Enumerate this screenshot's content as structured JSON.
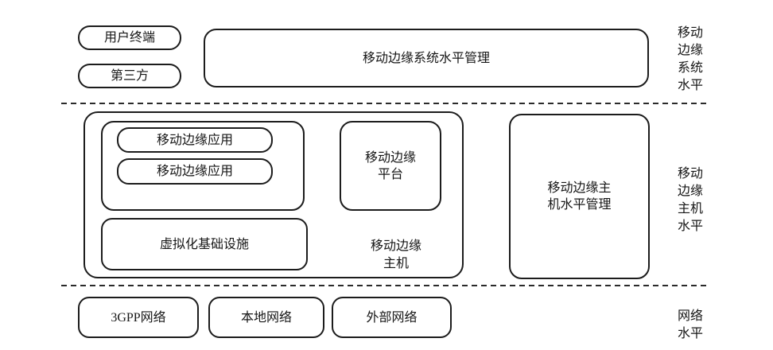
{
  "diagram": {
    "title_semantic": "MEC reference architecture levels",
    "colors": {
      "border": "#1c1c1c",
      "background": "#ffffff",
      "text": "#161616"
    },
    "top_level": {
      "user_terminal": "用户终端",
      "third_party": "第三方",
      "system_management": "移动边缘系统水平管理",
      "level_label": "移动\n边缘\n系统\n水平"
    },
    "host_level": {
      "app_1": "移动边缘应用",
      "app_2": "移动边缘应用",
      "platform": "移动边缘\n平台",
      "virtualization_infrastructure": "虚拟化基础设施",
      "host_caption": "移动边缘\n主机",
      "host_management": "移动边缘主\n机水平管理",
      "level_label": "移动\n边缘\n主机\n水平"
    },
    "network_level": {
      "network_3gpp": "3GPP网络",
      "network_local": "本地网络",
      "network_external": "外部网络",
      "level_label": "网络\n水平"
    }
  }
}
